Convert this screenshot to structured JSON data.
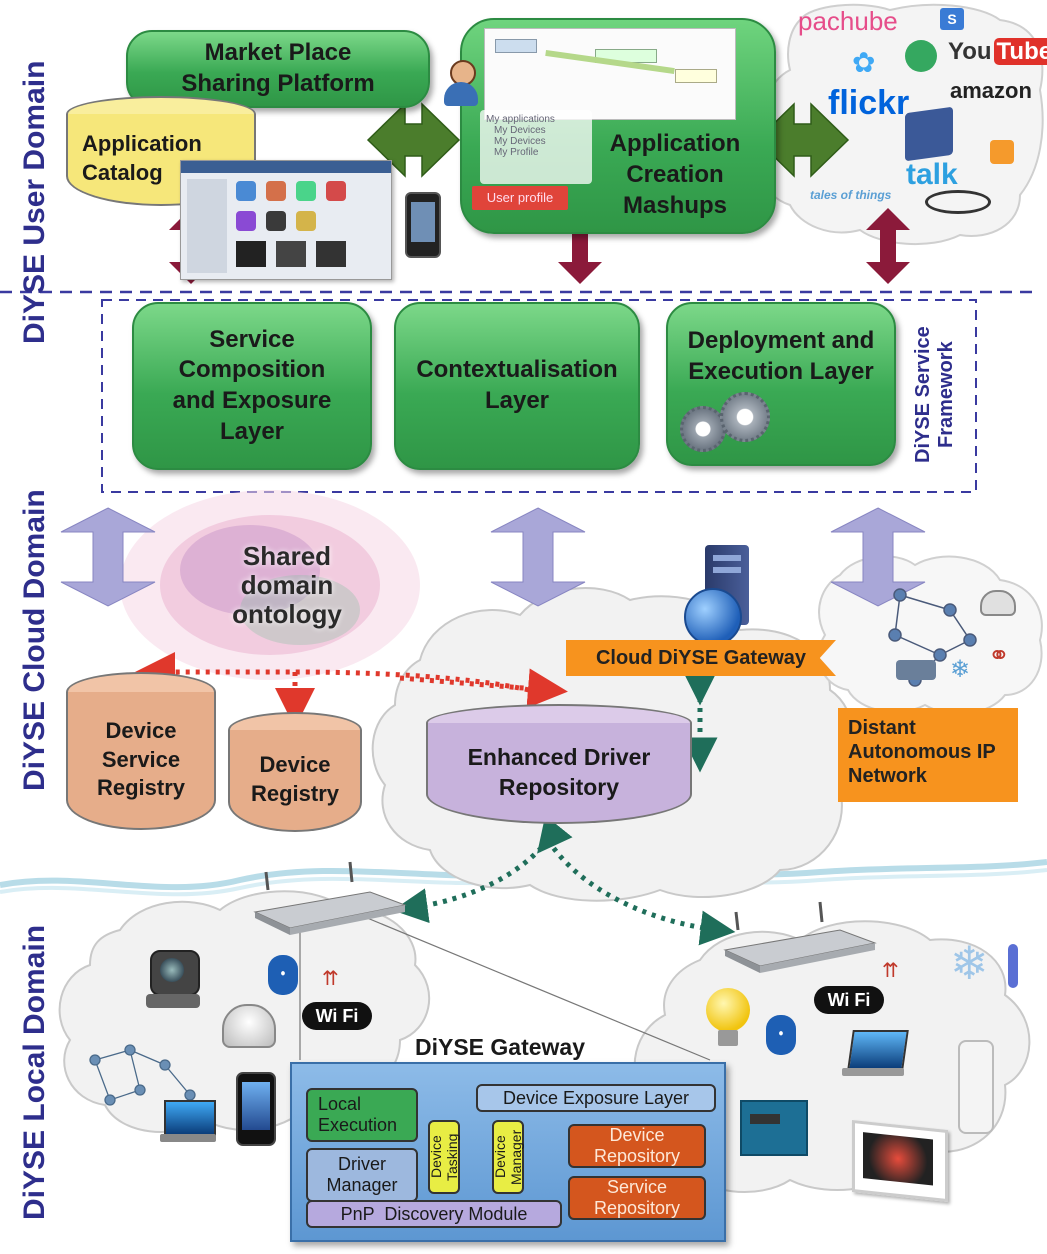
{
  "domains": {
    "user": "DiYSE User  Domain",
    "cloud": "DiYSE Cloud Domain",
    "local": "DiYSE Local Domain"
  },
  "framework_label": "DiYSE Service Framework",
  "user_domain": {
    "marketplace": "Market Place Sharing Platform",
    "app_catalog": "Application Catalog",
    "app_creation": "Application Creation Mashups",
    "mashup_menu": [
      "My applications",
      "My Devices",
      "My Devices",
      "My Profile"
    ],
    "user_profile_button": "User profile",
    "web_services": [
      "pachube",
      "You",
      "Tube",
      "flickr",
      "amazon",
      "talk",
      "tales of things"
    ]
  },
  "framework_layers": [
    "Service Composition and Exposure Layer",
    "Contextualisation Layer",
    "Deployment and Execution Layer"
  ],
  "cloud_domain": {
    "ontology": "Shared domain ontology",
    "device_service_registry": "Device Service Registry",
    "device_registry": "Device Registry",
    "enhanced_driver_repository": "Enhanced Driver Repository",
    "cloud_gateway": "Cloud DiYSE Gateway",
    "distant_network": "Distant Autonomous IP Network"
  },
  "local_domain": {
    "gateway_title": "DiYSE Gateway",
    "local_execution": "Local Execution",
    "device_exposure_layer": "Device Exposure Layer",
    "driver_manager": "Driver Manager",
    "device_tasking": "Device Tasking",
    "device_manager": "Device Manager",
    "device_repository": "Device Repository",
    "service_repository": "Service Repository",
    "pnp_discovery": "PnP  Discovery Module",
    "wifi_left": "Wi Fi",
    "wifi_right": "Wi Fi"
  },
  "colors": {
    "domain_label": "#2e2e8c",
    "layer_green": "#3aa954",
    "arrow_maroon": "#8b1a3a",
    "arrow_lilac": "#a9a7d8",
    "gateway_orange": "#f7931e",
    "cylinder_yellow": "#f6e77a",
    "cylinder_tan": "#e6ad8a",
    "cylinder_purple": "#c7b2dc",
    "gateway_blue": "#6fa6dc"
  }
}
